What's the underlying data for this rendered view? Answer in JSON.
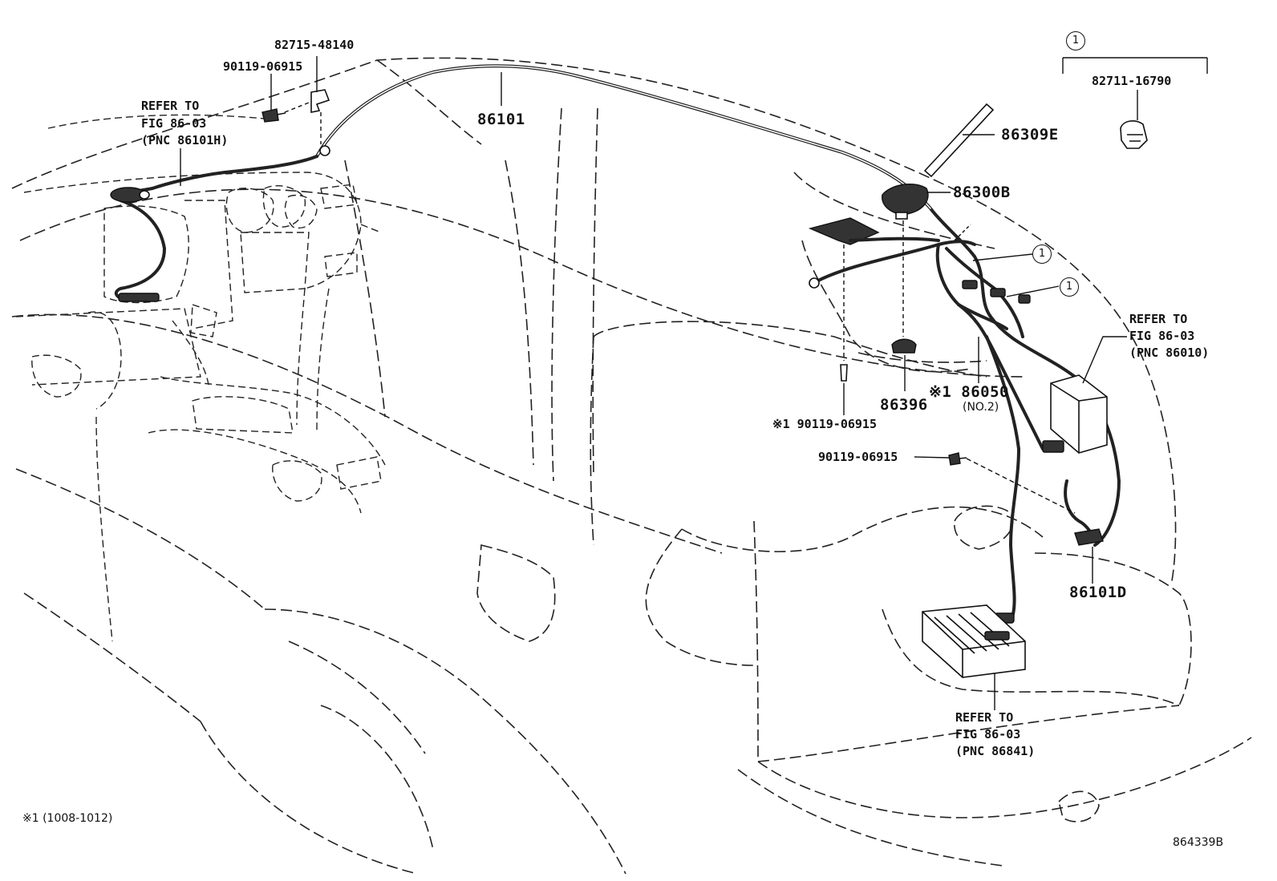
{
  "labels": {
    "p82715": "82715-48140",
    "p90119_top": "90119-06915",
    "refer_left_1": "REFER TO",
    "refer_left_2": "FIG 86-03",
    "refer_left_3": "(PNC 86101H)",
    "p86101": "86101",
    "circle_top": "1",
    "p82711": "82711-16790",
    "p86309E": "86309E",
    "p86300B": "86300B",
    "circle_a": "1",
    "circle_b": "1",
    "refer_right_1": "REFER TO",
    "refer_right_2": "FIG 86-03",
    "refer_right_3": "(PNC 86010)",
    "p86396": "86396",
    "p86050": "※1 86050",
    "p86050_sub": "(NO.2)",
    "p90119_mid": "※1 90119-06915",
    "p90119_low": "90119-06915",
    "p86101D": "86101D",
    "refer_bottom_1": "REFER TO",
    "refer_bottom_2": "FIG 86-03",
    "refer_bottom_3": "(PNC 86841)",
    "footnote": "※1 (1008-1012)",
    "figure_id": "864339B"
  }
}
